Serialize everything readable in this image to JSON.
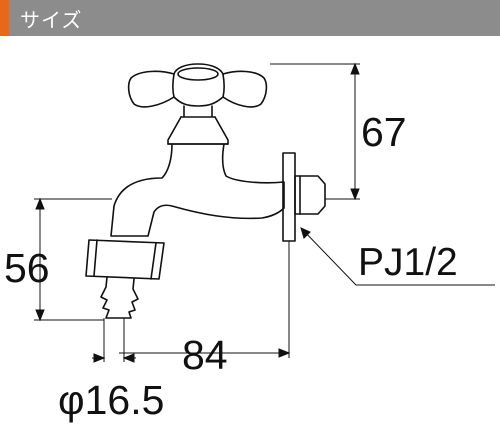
{
  "header": {
    "title": "サイズ",
    "bg_color": "#8c8c8c",
    "accent_color": "#e8681b"
  },
  "dimensions": {
    "height_top": "67",
    "height_side": "56",
    "length": "84",
    "thread": "PJ1/2",
    "diameter": "φ16.5"
  }
}
